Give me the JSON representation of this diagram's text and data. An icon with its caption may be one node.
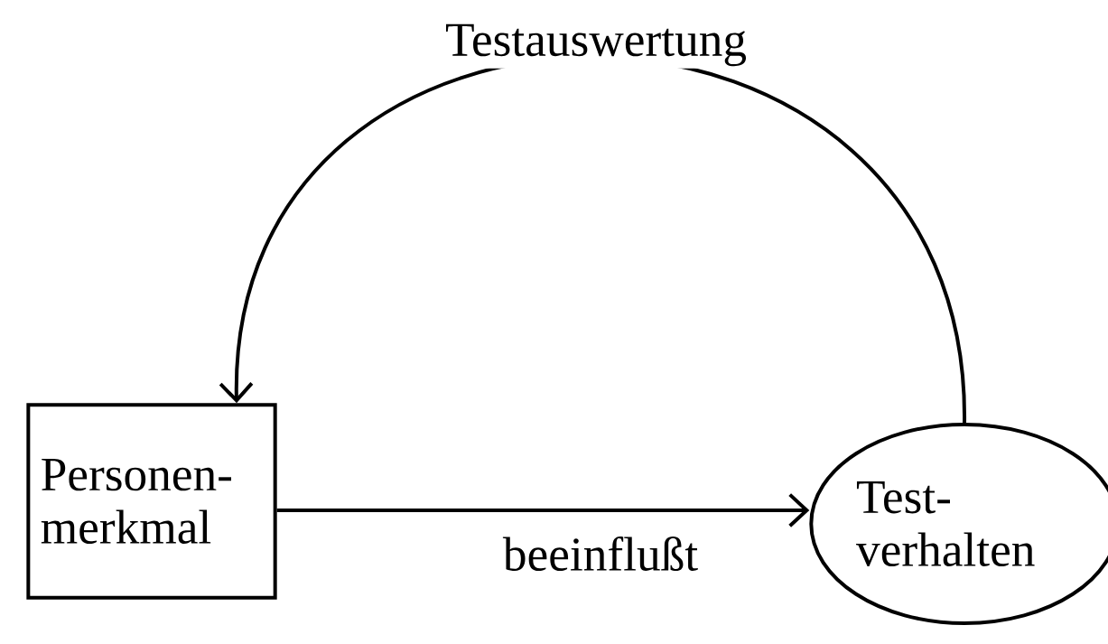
{
  "diagram": {
    "nodes": [
      {
        "text": [
          "Personen- merkmal"
        ]
      },
      {
        "text": [
          "Test- verhalten"
        ]
      }
    ],
    "edges": [
      {
        "from": 0,
        "to": 1,
        "arrow": "to",
        "label": "beeinflußt"
      },
      {
        "from": 1,
        "to": 0,
        "arrow": "to",
        "label": "Testauswertung"
      }
    ]
  }
}
